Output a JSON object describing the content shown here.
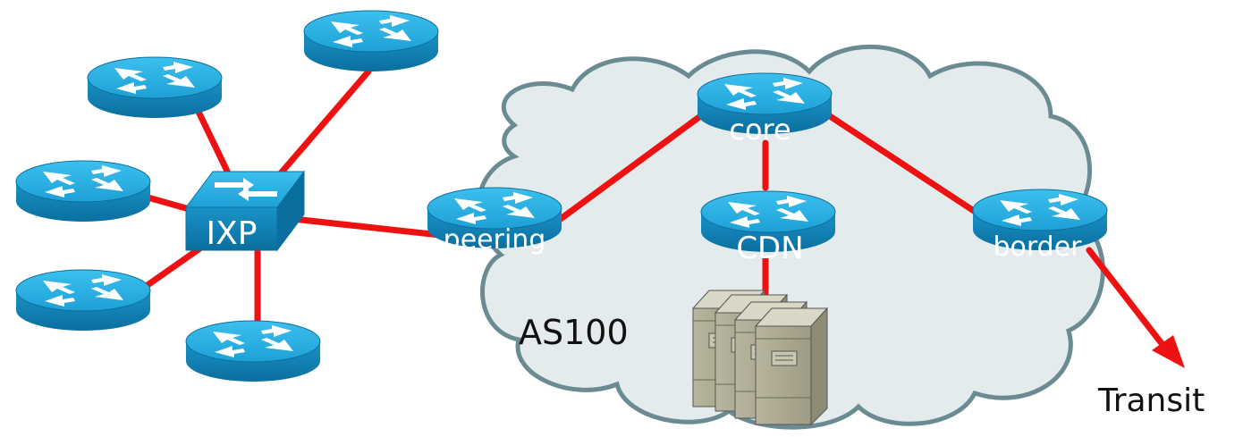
{
  "as_cloud": {
    "label": "AS100",
    "fill": "#e4ebec",
    "stroke": "#6b8b93"
  },
  "nodes": {
    "ixp": {
      "label": "IXP",
      "type": "switch"
    },
    "peering": {
      "label": "peering",
      "type": "router"
    },
    "core": {
      "label": "core",
      "type": "router"
    },
    "cdn": {
      "label": "CDN",
      "type": "router"
    },
    "border": {
      "label": "border",
      "type": "router"
    },
    "cdn_servers": {
      "type": "server-rack",
      "count": 4
    },
    "ixp_peers": {
      "count": 6
    }
  },
  "external": {
    "transit_label": "Transit"
  },
  "colors": {
    "link": "#ee1111",
    "device_blue": "#1f9fd2",
    "device_dark": "#0d7aa8"
  },
  "icons": [
    "router-icon",
    "switch-icon",
    "server-icon",
    "arrow-icon",
    "cloud-icon"
  ]
}
